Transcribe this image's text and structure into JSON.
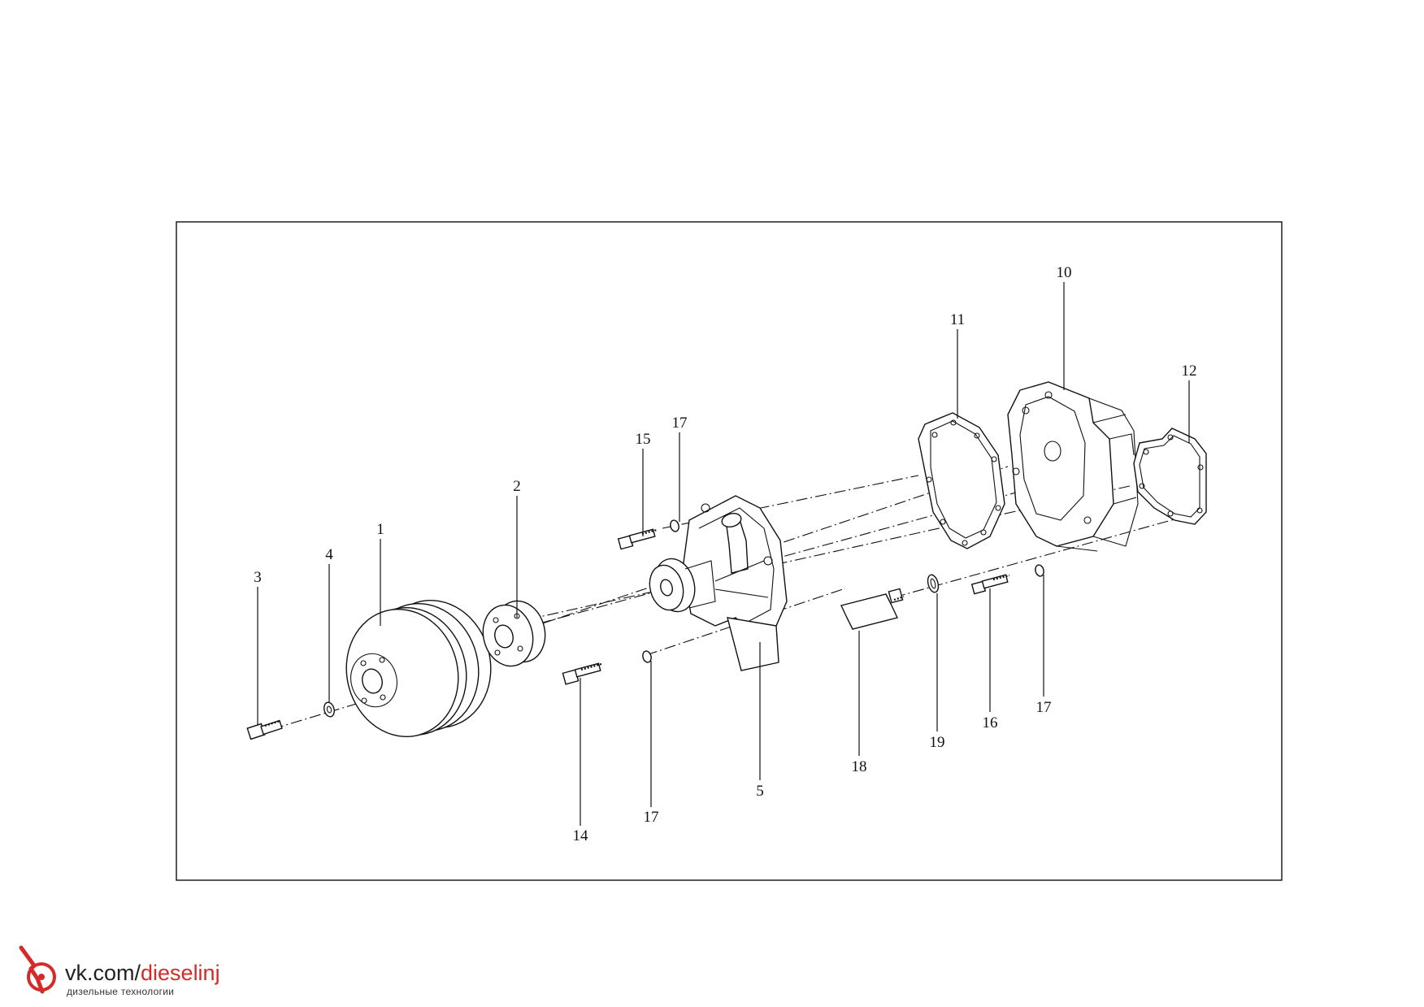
{
  "diagram": {
    "callouts": [
      "1",
      "2",
      "3",
      "4",
      "5",
      "10",
      "11",
      "12",
      "14",
      "15",
      "16",
      "17",
      "17",
      "17",
      "18",
      "19"
    ]
  },
  "watermark": {
    "url_prefix": "vk.com/",
    "url_accent": "dieselinj",
    "subtitle": "дизельные технологии",
    "accent_color": "#d42a2a",
    "icon": "fuel-injector-icon"
  }
}
